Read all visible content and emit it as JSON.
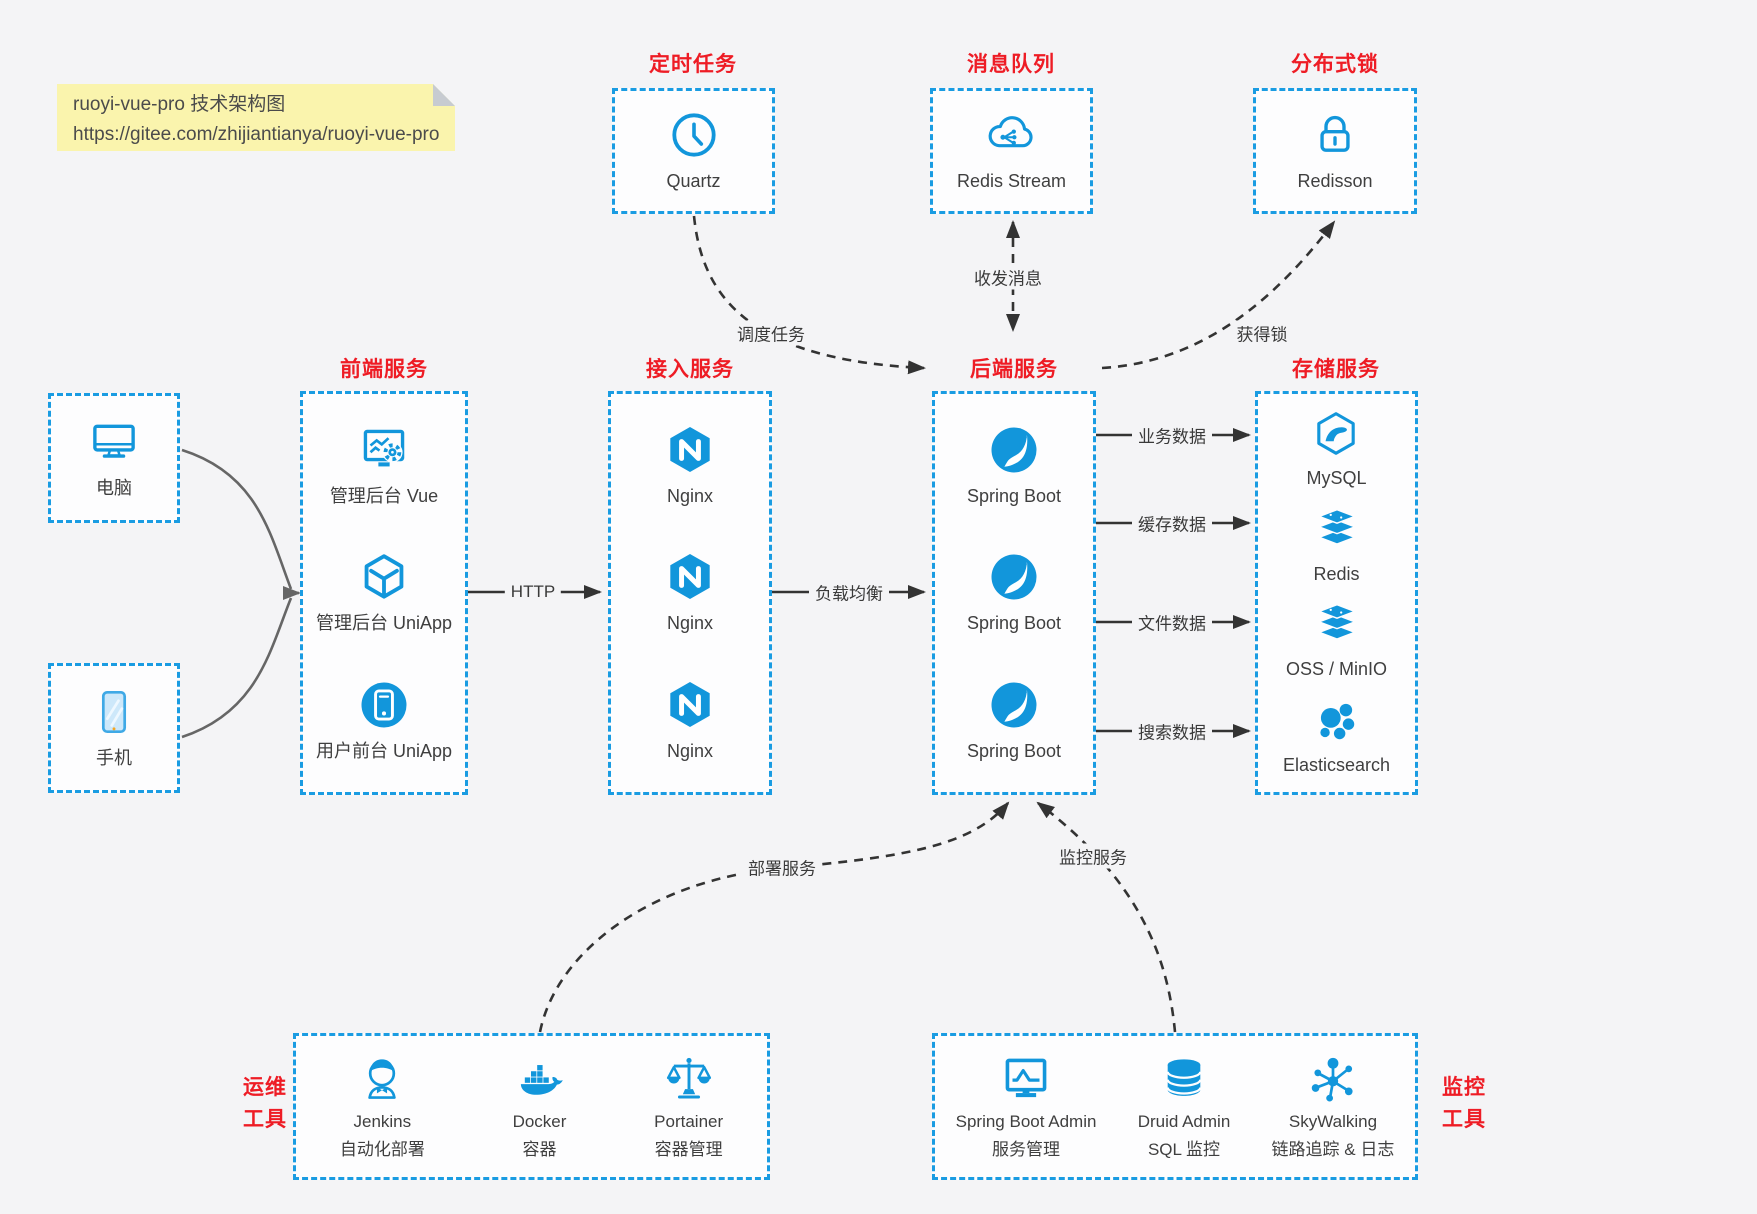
{
  "note": {
    "line1": "ruoyi-vue-pro 技术架构图",
    "line2": "https://gitee.com/zhijiantianya/ruoyi-vue-pro"
  },
  "colors": {
    "blue": "#1296db",
    "red": "#ee1c25",
    "arrow_dark": "#333333",
    "arrow_gray": "#666666",
    "note_bg": "#faf4ad"
  },
  "top_groups": [
    {
      "title": "定时任务",
      "node": {
        "icon": "clock-icon",
        "label": "Quartz"
      }
    },
    {
      "title": "消息队列",
      "node": {
        "icon": "cloud-message-icon",
        "label": "Redis Stream"
      }
    },
    {
      "title": "分布式锁",
      "node": {
        "icon": "lock-icon",
        "label": "Redisson"
      }
    }
  ],
  "clients": [
    {
      "icon": "desktop-icon",
      "label": "电脑"
    },
    {
      "icon": "mobile-icon",
      "label": "手机"
    }
  ],
  "columns": [
    {
      "title": "前端服务",
      "items": [
        {
          "icon": "admin-vue-icon",
          "label": "管理后台 Vue"
        },
        {
          "icon": "uniapp-cube-icon",
          "label": "管理后台 UniApp"
        },
        {
          "icon": "user-app-icon",
          "label": "用户前台 UniApp"
        }
      ]
    },
    {
      "title": "接入服务",
      "items": [
        {
          "icon": "nginx-icon",
          "label": "Nginx"
        },
        {
          "icon": "nginx-icon",
          "label": "Nginx"
        },
        {
          "icon": "nginx-icon",
          "label": "Nginx"
        }
      ]
    },
    {
      "title": "后端服务",
      "items": [
        {
          "icon": "spring-boot-icon",
          "label": "Spring Boot"
        },
        {
          "icon": "spring-boot-icon",
          "label": "Spring Boot"
        },
        {
          "icon": "spring-boot-icon",
          "label": "Spring Boot"
        }
      ]
    },
    {
      "title": "存储服务",
      "items": [
        {
          "icon": "mysql-icon",
          "label": "MySQL"
        },
        {
          "icon": "redis-icon",
          "label": "Redis"
        },
        {
          "icon": "oss-icon",
          "label": "OSS / MinIO"
        },
        {
          "icon": "elasticsearch-icon",
          "label": "Elasticsearch"
        }
      ]
    }
  ],
  "bottom_groups": [
    {
      "side_label_lines": [
        "运维",
        "工具"
      ],
      "items": [
        {
          "icon": "jenkins-icon",
          "label": "Jenkins",
          "sublabel": "自动化部署"
        },
        {
          "icon": "docker-icon",
          "label": "Docker",
          "sublabel": "容器"
        },
        {
          "icon": "portainer-icon",
          "label": "Portainer",
          "sublabel": "容器管理"
        }
      ]
    },
    {
      "side_label_lines": [
        "监控",
        "工具"
      ],
      "items": [
        {
          "icon": "spring-boot-admin-icon",
          "label": "Spring Boot Admin",
          "sublabel": "服务管理"
        },
        {
          "icon": "druid-icon",
          "label": "Druid Admin",
          "sublabel": "SQL 监控"
        },
        {
          "icon": "skywalking-icon",
          "label": "SkyWalking",
          "sublabel": "链路追踪 & 日志"
        }
      ]
    }
  ],
  "edges": {
    "http": "HTTP",
    "load_balance": "负载均衡",
    "schedule_task": "调度任务",
    "send_receive_messages": "收发消息",
    "acquire_lock": "获得锁",
    "deploy_service": "部署服务",
    "monitor_service": "监控服务",
    "storage_labels": [
      "业务数据",
      "缓存数据",
      "文件数据",
      "搜索数据"
    ]
  }
}
